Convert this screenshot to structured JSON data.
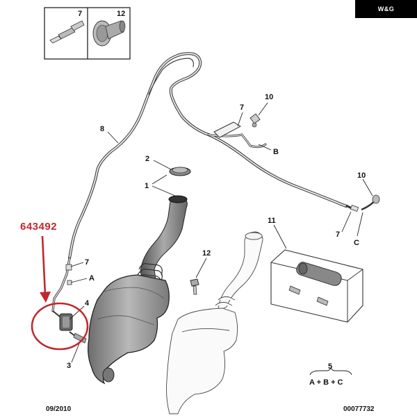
{
  "brand": {
    "logo_text": "W&G"
  },
  "part_number": "643492",
  "inset": {
    "left_number": "7",
    "right_number": "12"
  },
  "callouts": {
    "c10_top": "10",
    "c7_upper": "7",
    "c8": "8",
    "cB": "B",
    "c2": "2",
    "c1": "1",
    "c10_right": "10",
    "c7_right": "7",
    "cC": "C",
    "c11": "11",
    "c12": "12",
    "c7_left": "7",
    "cA": "A",
    "c4": "4",
    "c3": "3",
    "c5": "5",
    "formula": "A + B + C"
  },
  "footer": {
    "date": "09/2010",
    "code": "00077732"
  },
  "colors": {
    "accent_red": "#c0282d",
    "line": "#222222",
    "logo_bg": "#000000"
  }
}
